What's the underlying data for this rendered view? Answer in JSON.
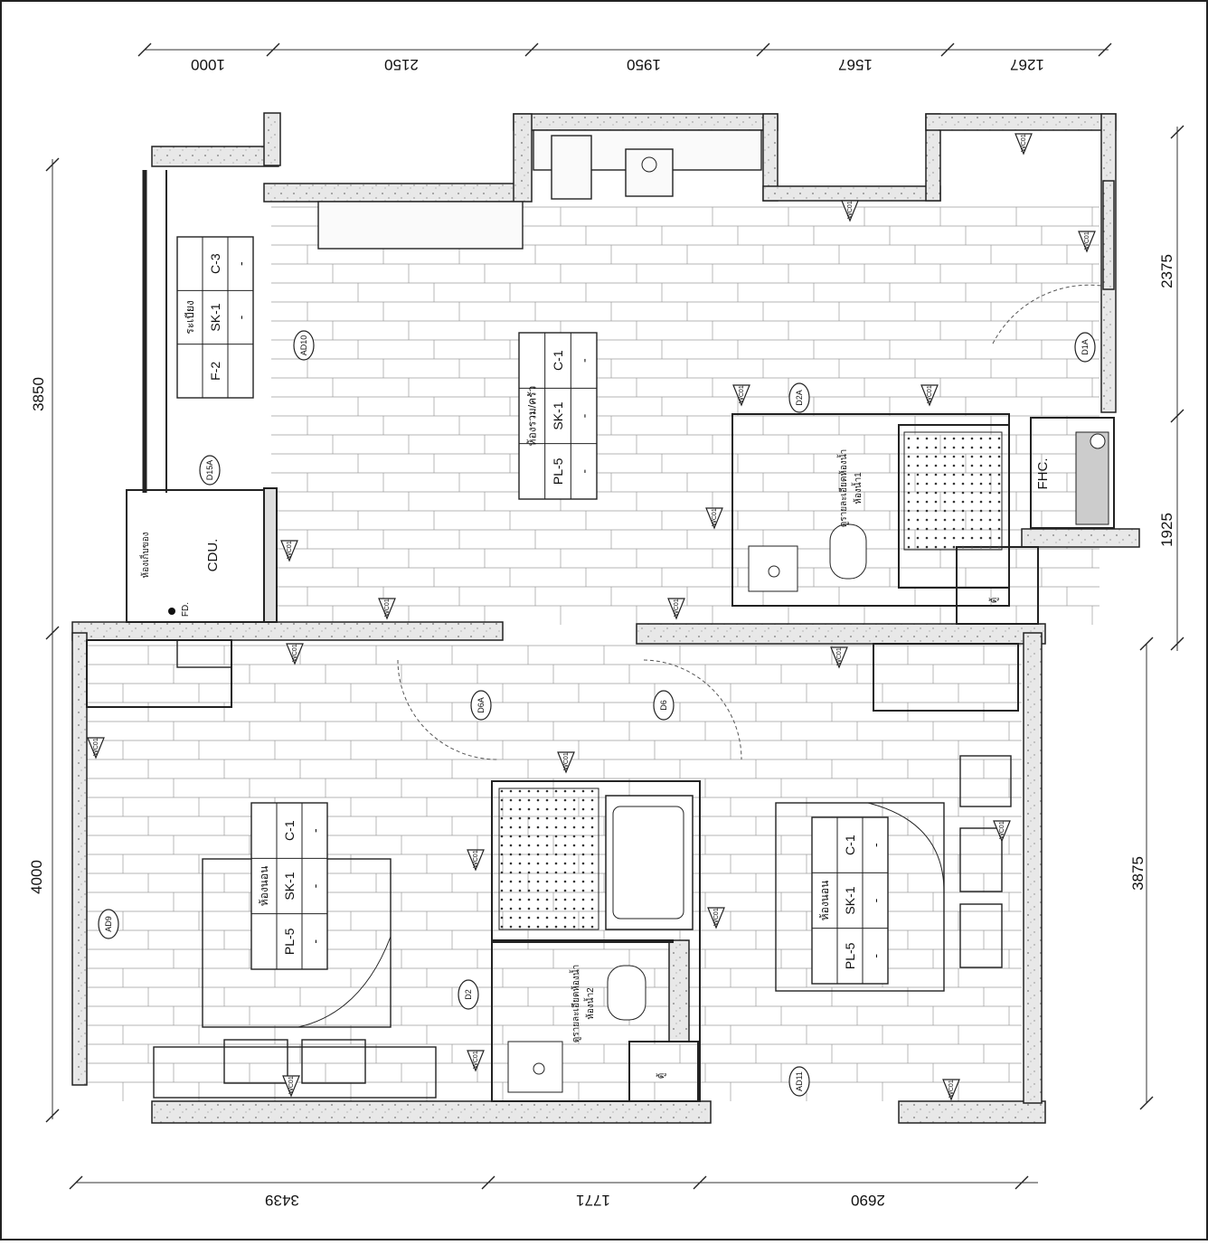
{
  "dimensions": {
    "top": [
      "1000",
      "2150",
      "1950",
      "1567",
      "1267"
    ],
    "bottom": [
      "3439",
      "1771",
      "2690"
    ],
    "left": [
      "3850",
      "4000"
    ],
    "right": [
      "2375",
      "1925",
      "3875"
    ]
  },
  "rooms": {
    "kitchen_left": {
      "title": "ระเบียง",
      "codes": [
        "F-2",
        "SK-1",
        "C-3"
      ],
      "row2": [
        "",
        "-",
        "-"
      ]
    },
    "living": {
      "title": "ห้องรวม/ครัว",
      "codes": [
        "PL-5",
        "SK-1",
        "C-1"
      ],
      "row2": [
        "-",
        "-",
        "-"
      ]
    },
    "bedroom1": {
      "title": "ห้องนอน",
      "codes": [
        "PL-5",
        "SK-1",
        "C-1"
      ],
      "row2": [
        "-",
        "-",
        "-"
      ]
    },
    "bedroom2": {
      "title": "ห้องนอน",
      "codes": [
        "PL-5",
        "SK-1",
        "C-1"
      ],
      "row2": [
        "-",
        "-",
        "-"
      ]
    }
  },
  "labels": {
    "cdu": "CDU.",
    "fd": "FD.",
    "fhc": "FHC.",
    "bath_top": "ดูรายละเอียดห้องน้ำ",
    "bath_top_sub": "ห้องน้ำ1",
    "bath_bottom": "ดูรายละเอียดห้องน้ำ",
    "bath_bottom_sub": "ห้องน้ำ2",
    "storage_left": "ห้องเก็บของ",
    "closet1": "ตู้",
    "closet2": "ตู้"
  },
  "doors": [
    "AD10",
    "D15A",
    "D2A",
    "D1A",
    "D6A",
    "D6",
    "AD9",
    "D2",
    "AD11"
  ],
  "tags": {
    "wc": "WC01",
    "wc_tag": "WC02"
  }
}
